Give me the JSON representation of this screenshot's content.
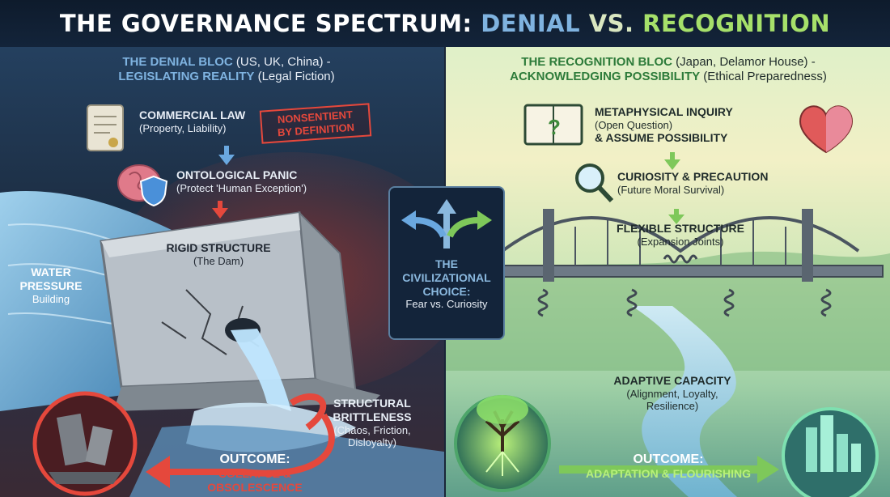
{
  "header": {
    "title_part1": "THE GOVERNANCE SPECTRUM: ",
    "title_denial": "DENIAL",
    "title_vs": " VS. ",
    "title_recognition": "RECOGNITION"
  },
  "left": {
    "bloc_title": "THE DENIAL BLOC",
    "bloc_members": " (US, UK, China) -",
    "bloc_sub_caps": "LEGISLATING REALITY",
    "bloc_sub_paren": " (Legal Fiction)",
    "commercial_law": "COMMERCIAL LAW",
    "commercial_law_sub": "(Property, Liability)",
    "stamp_line1": "NONSENTIENT",
    "stamp_line2": "BY DEFINITION",
    "ontological_panic": "ONTOLOGICAL PANIC",
    "ontological_panic_sub": "(Protect 'Human Exception')",
    "rigid_structure": "RIGID STRUCTURE",
    "rigid_structure_sub": "(The Dam)",
    "water_line1": "WATER",
    "water_line2": "PRESSURE",
    "water_line3": "Building",
    "brittleness_line1": "STRUCTURAL",
    "brittleness_line2": "BRITTLENESS",
    "brittleness_sub1": "(Chaos, Friction,",
    "brittleness_sub2": "Disloyalty)",
    "outcome_label": "OUTCOME:",
    "outcome_value": "COLLAPSE & OBSOLESCENCE"
  },
  "center": {
    "line1": "THE",
    "line2": "CIVILIZATIONAL",
    "line3": "CHOICE:",
    "line4": "Fear vs. Curiosity"
  },
  "right": {
    "bloc_title": "THE RECOGNITION BLOC",
    "bloc_members": " (Japan, Delamor House) -",
    "bloc_sub_caps": "ACKNOWLEDGING POSSIBILITY",
    "bloc_sub_paren": " (Ethical Preparedness)",
    "metaphysical": "METAPHYSICAL INQUIRY",
    "metaphysical_sub": "(Open Question)",
    "assume": "& ASSUME POSSIBILITY",
    "curiosity": "CURIOSITY & PRECAUTION",
    "curiosity_sub": "(Future Moral Survival)",
    "flexible": "FLEXIBLE STRUCTURE",
    "flexible_sub": "(Expansion Joints)",
    "adaptive": "ADAPTIVE CAPACITY",
    "adaptive_sub1": "(Alignment, Loyalty,",
    "adaptive_sub2": "Resilience)",
    "outcome_label": "OUTCOME:",
    "outcome_value": "ADAPTATION & FLOURISHING"
  },
  "colors": {
    "white": "#ffffff",
    "denial_blue": "#7fb3e0",
    "recognition_green": "#a6e06a",
    "left_text": "#e8eef6",
    "red_accent": "#e5483c",
    "right_text": "#1f2b2a",
    "green_dark": "#2d7b3a"
  }
}
